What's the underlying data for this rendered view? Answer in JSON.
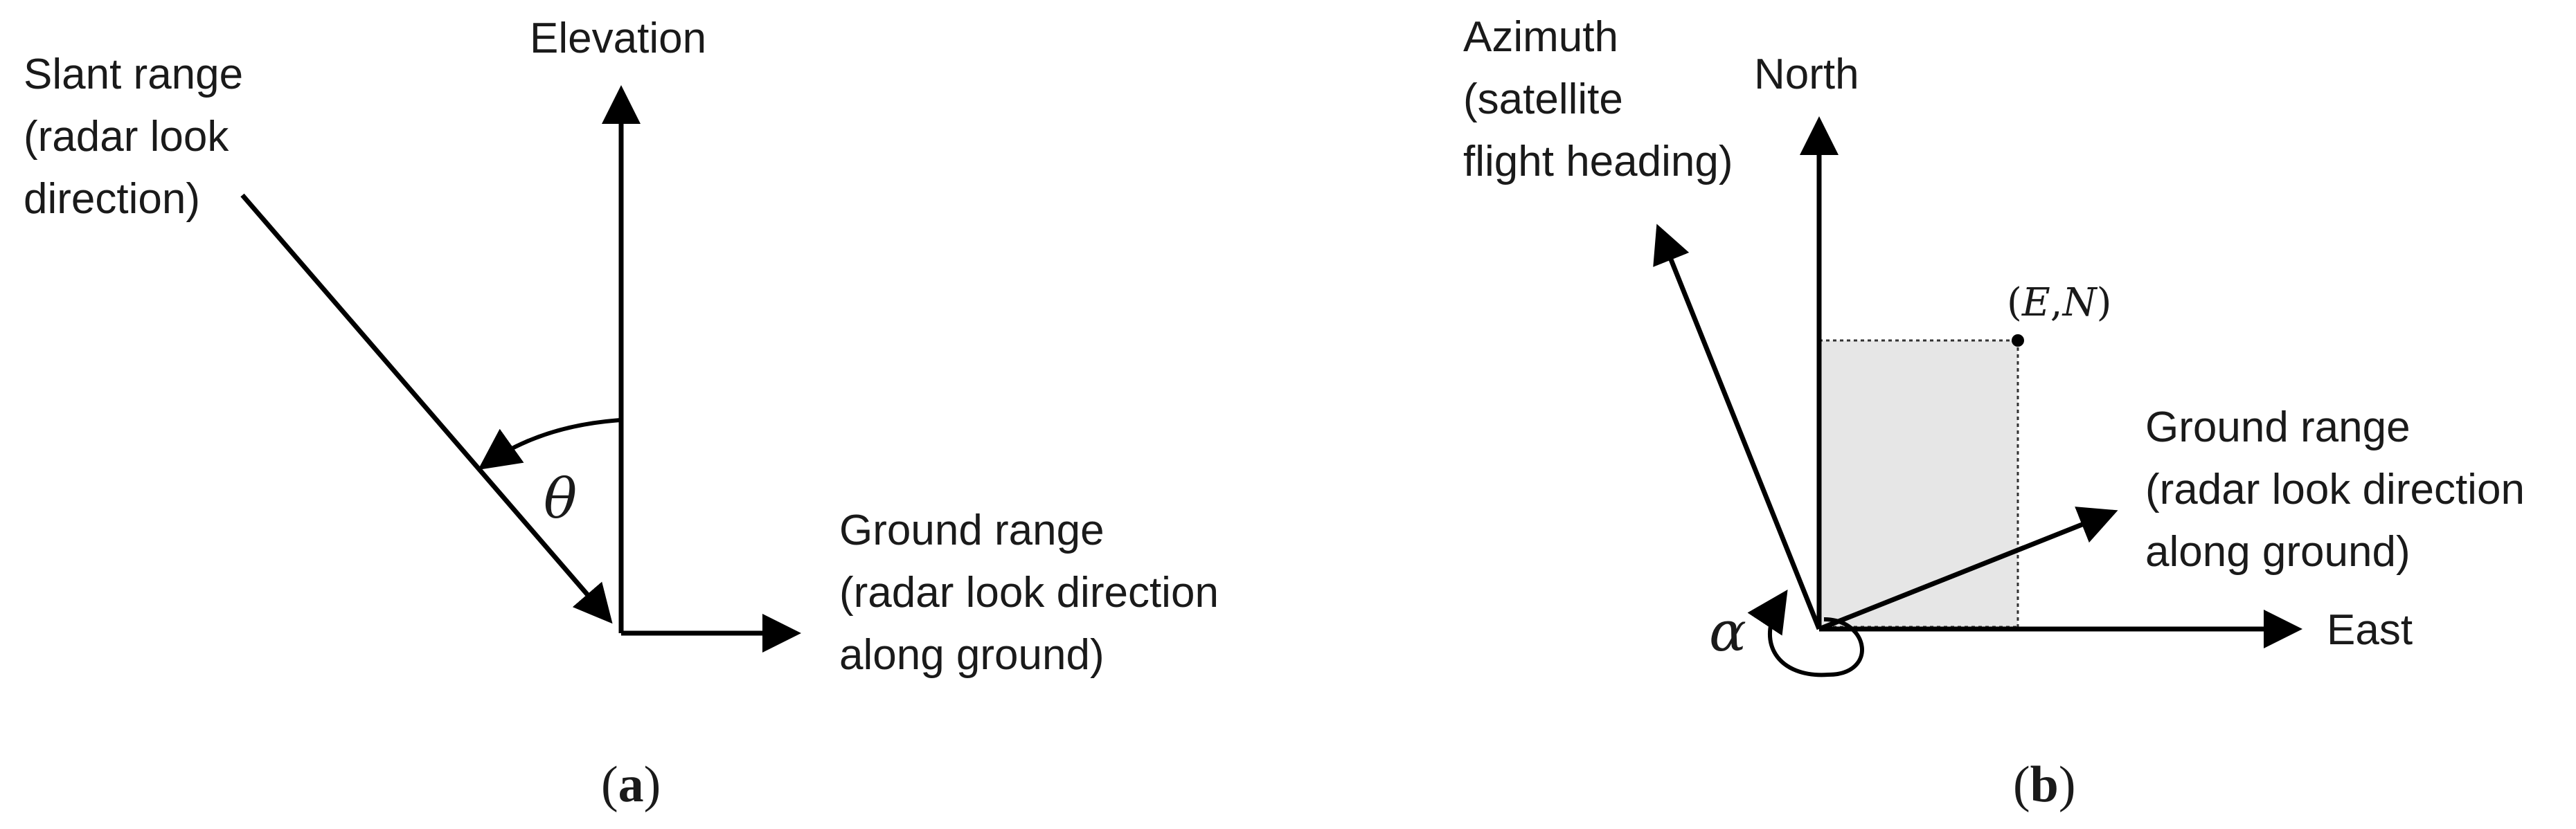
{
  "panel_a": {
    "slant_range_label": [
      "Slant range",
      "(radar look",
      "direction)"
    ],
    "elevation_label": "Elevation",
    "ground_range_label": [
      "Ground range",
      "(radar look direction",
      "along ground)"
    ],
    "angle_symbol": "θ",
    "caption_open": "(",
    "caption_letter": "a",
    "caption_close": ")"
  },
  "panel_b": {
    "azimuth_label": [
      "Azimuth",
      "(satellite",
      "flight heading)"
    ],
    "north_label": "North",
    "point_label_open": "(",
    "point_label_e": "E",
    "point_label_sep": ",",
    "point_label_n": "N",
    "point_label_close": ")",
    "ground_range_label": [
      "Ground range",
      "(radar look direction",
      "along ground)"
    ],
    "east_label": "East",
    "angle_symbol": "α",
    "caption_open": "(",
    "caption_letter": "b",
    "caption_close": ")",
    "shade_color": "#e6e6e6"
  }
}
